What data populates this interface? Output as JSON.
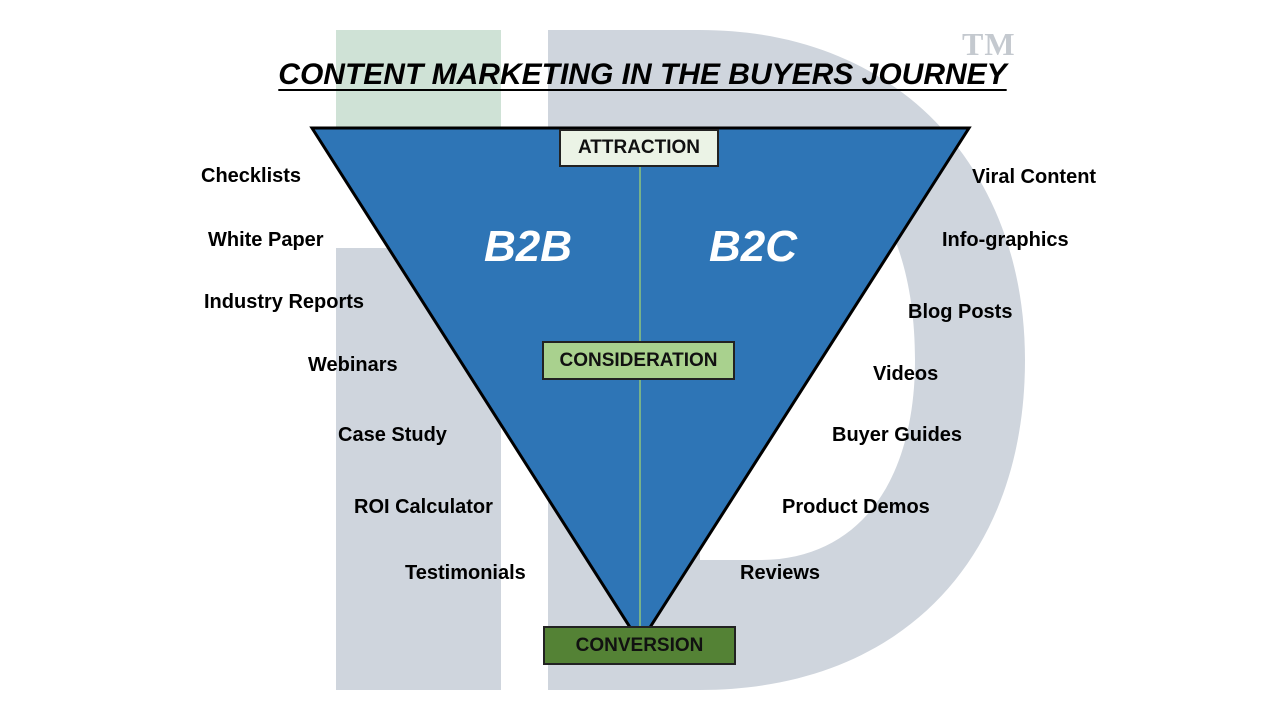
{
  "title": "CONTENT MARKETING IN THE BUYERS JOURNEY",
  "trademark": "TM",
  "logo": {
    "letters": "ID",
    "colors": {
      "i_top": "#cfe2d6",
      "i_body": "#cfd5dd",
      "d_body": "#cfd5dd"
    }
  },
  "funnel": {
    "fill": "#2e75b6",
    "outline": "#000000",
    "divider": "#8fc57a",
    "segments": {
      "left": "B2B",
      "right": "B2C"
    },
    "stages": [
      {
        "label": "ATTRACTION",
        "fill": "#ebf3e6"
      },
      {
        "label": "CONSIDERATION",
        "fill": "#a9d18e"
      },
      {
        "label": "CONVERSION",
        "fill": "#548235"
      }
    ]
  },
  "b2b_items": [
    "Checklists",
    "White Paper",
    "Industry Reports",
    "Webinars",
    "Case Study",
    "ROI Calculator",
    "Testimonials"
  ],
  "b2c_items": [
    "Viral Content",
    "Info-graphics",
    "Blog Posts",
    "Videos",
    "Buyer Guides",
    "Product Demos",
    "Reviews"
  ]
}
